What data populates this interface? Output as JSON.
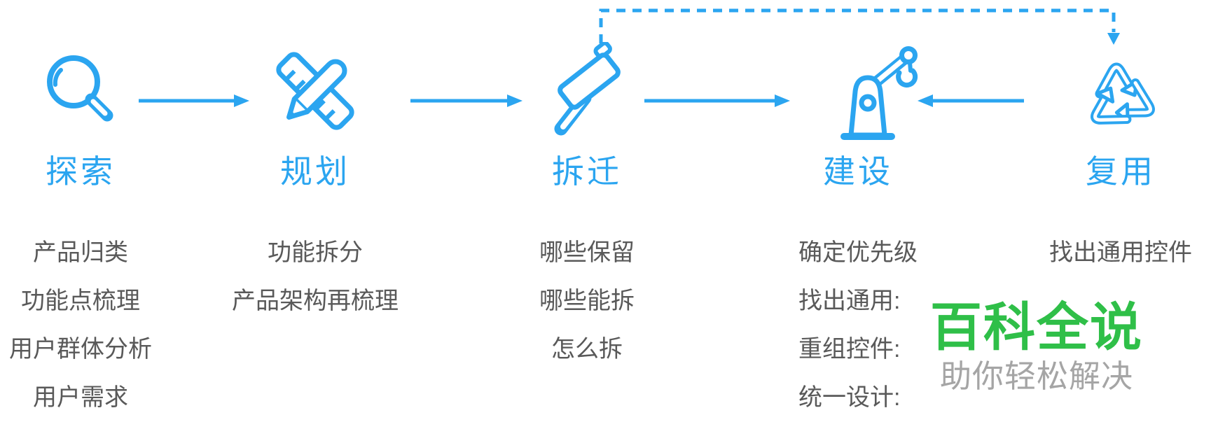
{
  "colors": {
    "accent_blue": "#2BA5F0",
    "item_text_gray": "#595959",
    "watermark_green": "#2FBF48",
    "watermark_gray": "#A5A5A5"
  },
  "steps": [
    {
      "label": "探索",
      "icon": "magnifier-icon",
      "items": [
        "产品归类",
        "功能点梳理",
        "用户群体分析",
        "用户需求"
      ]
    },
    {
      "label": "规划",
      "icon": "ruler-pencil-icon",
      "items": [
        "功能拆分",
        "产品架构再梳理"
      ]
    },
    {
      "label": "拆迁",
      "icon": "hammer-icon",
      "items": [
        "哪些保留",
        "哪些能拆",
        "怎么拆"
      ]
    },
    {
      "label": "建设",
      "icon": "crane-icon",
      "items": [
        "确定优先级",
        "找出通用:",
        "重组控件:",
        "统一设计:"
      ]
    },
    {
      "label": "复用",
      "icon": "recycle-icon",
      "items": [
        "找出通用控件"
      ]
    }
  ],
  "connectors": {
    "solid_flow": [
      "探索→规划",
      "规划→拆迁",
      "拆迁→建设",
      "复用→建设"
    ],
    "dashed_flow": "拆迁→复用"
  },
  "watermark": {
    "title": "百科全说",
    "subtitle": "助你轻松解决"
  }
}
